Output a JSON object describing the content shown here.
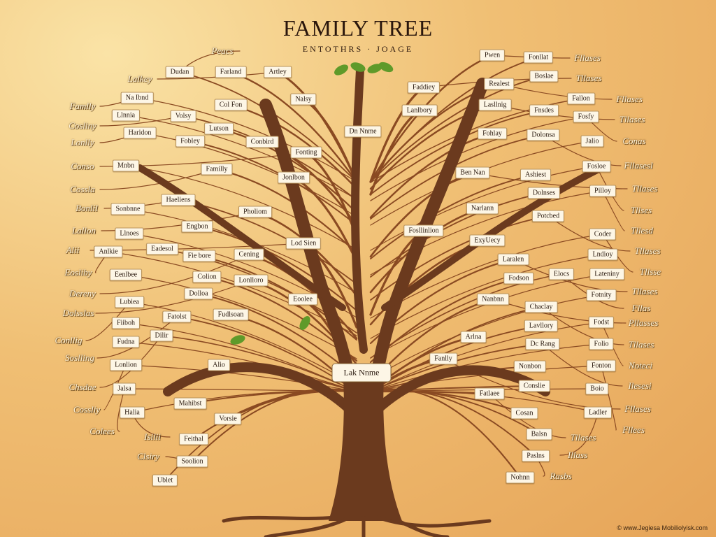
{
  "header": {
    "title": "FAMILY TREE",
    "subtitle": "ENTOTHRS · JOAGE"
  },
  "root": {
    "label": "Lak Nnme"
  },
  "top": {
    "label": "Dn Nnme"
  },
  "left_boxes": [
    "Dudan",
    "Farland",
    "Artley",
    "Nalsy",
    "Col Fon",
    "Na Ibnd",
    "Llnnia",
    "Volsy",
    "Lutson",
    "Haridon",
    "Fobley",
    "Conbird",
    "Fonting",
    "Mnbn",
    "Familly",
    "Jonlbon",
    "Haeliens",
    "Sonbnne",
    "Pholiom",
    "Engbon",
    "Llnoes",
    "Lod Sien",
    "Eadesol",
    "Anlkie",
    "Fie bore",
    "Cening",
    "Eenlbee",
    "Colion",
    "Lonlloro",
    "Dolloa",
    "Lubiea",
    "Eoolee",
    "Fatolst",
    "Fudlsoan",
    "Fiiboh",
    "Dilir",
    "Fudna",
    "Lonlion",
    "Alio",
    "Jalsa",
    "Mahibst",
    "Halia",
    "Vorsie",
    "Feithal",
    "Soolion",
    "Ublet"
  ],
  "left_leaves": [
    "Peacs",
    "Lalkey",
    "Famlly",
    "Cosliny",
    "Lonlly",
    "Conso",
    "Cossla",
    "Bonlil",
    "Lallon",
    "Alii",
    "Eosliby",
    "Dereny",
    "Dolsslas",
    "Conllig",
    "Soslling",
    "Chsdae",
    "Cossliy",
    "Colees",
    "Isilii",
    "Clsiry"
  ],
  "right_boxes": [
    "Pwen",
    "Fonllat",
    "Faddiey",
    "Boslae",
    "Realest",
    "Lanlbory",
    "Lasllnig",
    "Fallon",
    "Fnsdes",
    "Fosfy",
    "Fohlay",
    "Dolonsa",
    "Jalio",
    "Ben Nan",
    "Ashiest",
    "Fosloe",
    "Dolnses",
    "Pilloy",
    "Narlann",
    "Potcbed",
    "Fosllinlion",
    "Coder",
    "ExyUecy",
    "Lndioy",
    "Laralen",
    "Fodson",
    "Elocs",
    "Lateniny",
    "Nanbnn",
    "Fotnity",
    "Chaclay",
    "Lavllory",
    "Fodst",
    "Arlna",
    "Dc Rang",
    "Folio",
    "Fanlly",
    "Nonbon",
    "Fonton",
    "Conslie",
    "Boio",
    "Fatlaee",
    "Cosan",
    "Ladler",
    "Balsn",
    "Paslns",
    "Nohnn"
  ],
  "right_leaves": [
    "Fllases",
    "Tllases",
    "Fllases",
    "Tllases",
    "Conas",
    "Fllasesl",
    "Tllases",
    "Tllses",
    "Tllesd",
    "Tllases",
    "Tllsse",
    "Tllases",
    "Fllas",
    "Pllasses",
    "Tllases",
    "Noteci",
    "Ilesesi",
    "Fllases",
    "Fllees",
    "Tllases",
    "Illass",
    "Rasbs"
  ],
  "footer": "© www.Jegiesa Mobiliolyisk.com",
  "colors": {
    "trunk": "#6b3a1e",
    "branch": "#8a4a22",
    "leaf": "#5f9a2a"
  }
}
